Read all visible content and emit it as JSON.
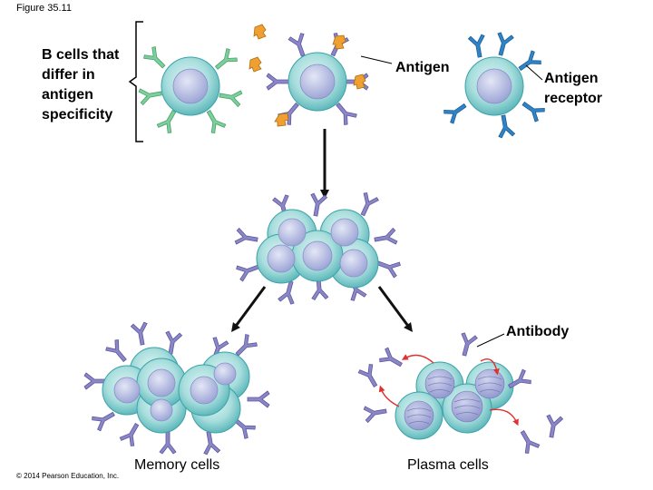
{
  "figure_label": "Figure 35.11",
  "labels": {
    "b_cells": "B cells that differ in antigen specificity",
    "antigen": "Antigen",
    "antigen_receptor": "Antigen receptor",
    "antibody": "Antibody",
    "memory_cells": "Memory cells",
    "plasma_cells": "Plasma cells"
  },
  "copyright": "© 2014 Pearson Education, Inc.",
  "colors": {
    "cell_outer": "#8fd5d6",
    "cell_rim": "#3aa3a8",
    "nucleus": "#b8bfe3",
    "receptor_green": "#7ccf9a",
    "receptor_purple": "#8b86c6",
    "receptor_blue": "#2f84c8",
    "antigen_orange": "#f0a030",
    "arrow": "#111111",
    "curve_arrow": "#e03030"
  }
}
